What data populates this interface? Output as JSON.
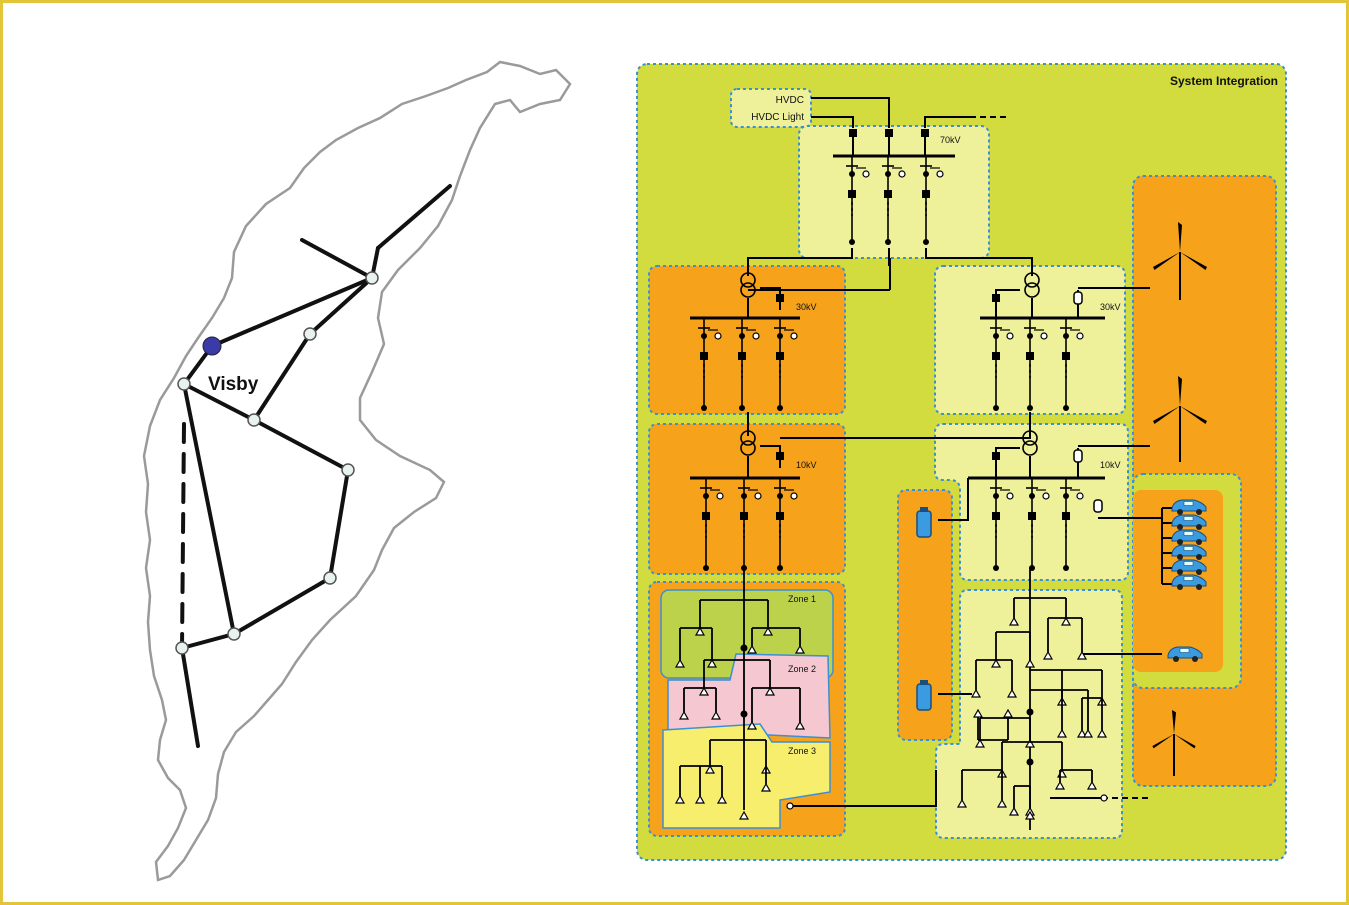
{
  "map": {
    "city_label": "Visby",
    "city_color": "#3a3aa8"
  },
  "diagram": {
    "title": "System Integration",
    "hvdc": "HVDC",
    "hvdc_light": "HVDC Light",
    "v70": "70kV",
    "v30_left": "30kV",
    "v30_right": "30kV",
    "v10_left": "10kV",
    "v10_right": "10kV",
    "zone1": "Zone 1",
    "zone2": "Zone 2",
    "zone3": "Zone 3",
    "colors": {
      "background": "#d2dc3e",
      "orange": "#f6a21a",
      "pale": "#eef09a",
      "zone1": "#bcd24a",
      "zone2": "#f4c7d1",
      "zone3": "#f7ee6e",
      "frame_border": "#e3c53a",
      "dotted_border": "#3a8fd6"
    }
  }
}
